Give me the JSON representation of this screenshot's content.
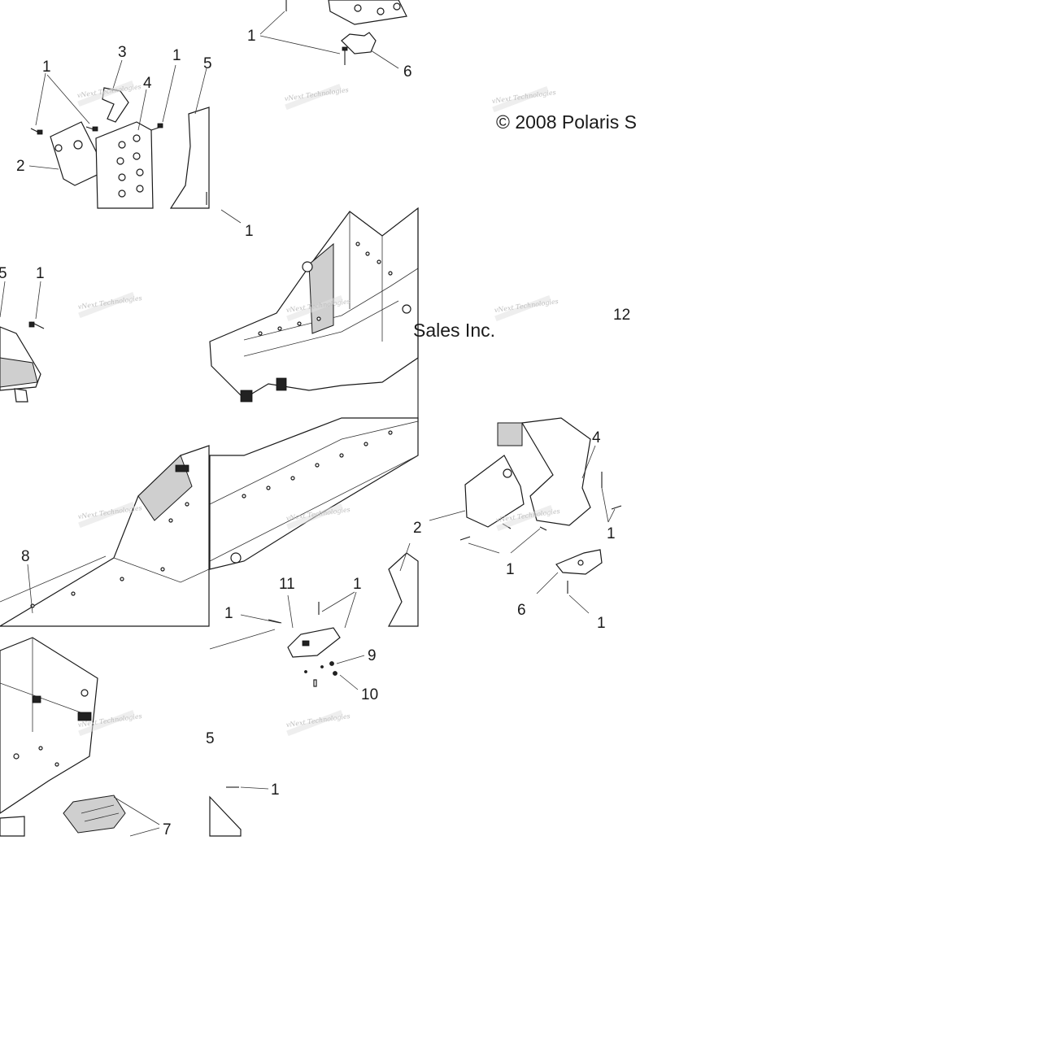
{
  "diagram": {
    "copyright_fragment_1": "© 2008 Polaris S",
    "copyright_fragment_2": "Sales Inc.",
    "watermark": "vNext Technologies",
    "callouts": {
      "c1": "1",
      "c2": "2",
      "c3": "3",
      "c4": "4",
      "c5": "5",
      "c6": "6",
      "c7": "7",
      "c8": "8",
      "c9": "9",
      "c10": "10",
      "c11": "11",
      "c12": "12"
    }
  }
}
